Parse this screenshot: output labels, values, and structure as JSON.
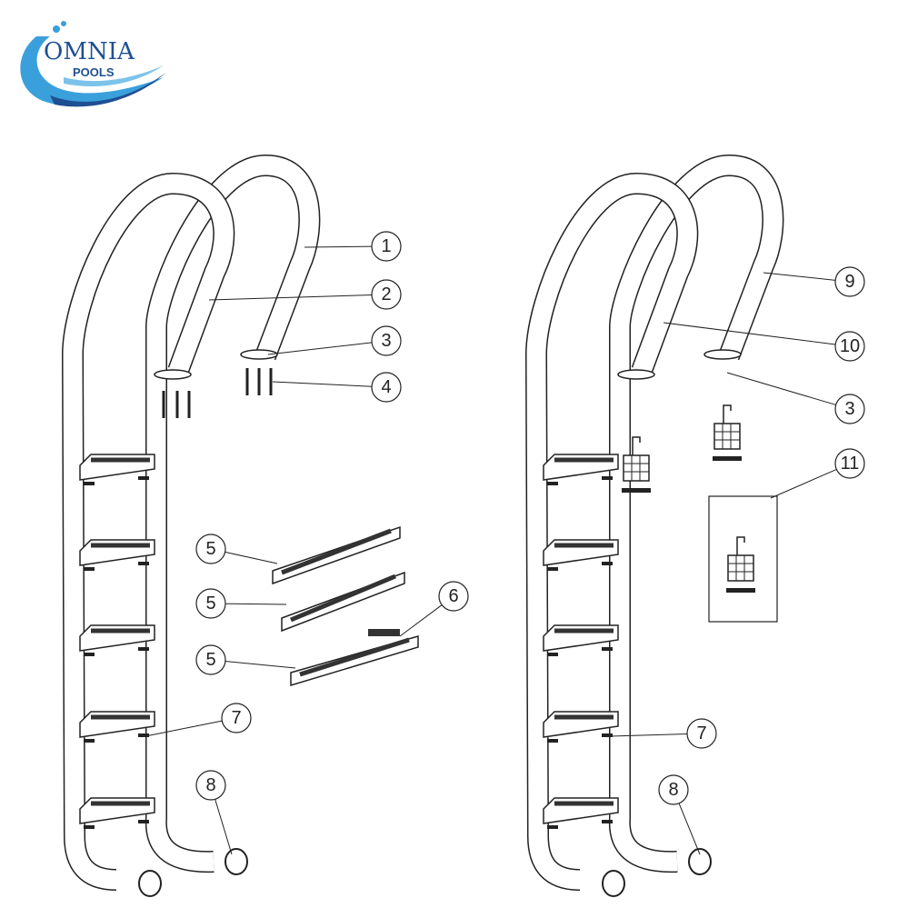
{
  "logo": {
    "title": "OMNIA",
    "subtitle": "POOLS",
    "colors": {
      "light": "#3aa0dc",
      "dark": "#1f4f93"
    }
  },
  "left_diagram": {
    "callouts": [
      "1",
      "2",
      "3",
      "4",
      "5",
      "5",
      "5",
      "6",
      "7",
      "8"
    ]
  },
  "right_diagram": {
    "callouts": [
      "9",
      "10",
      "3",
      "11",
      "7",
      "8"
    ]
  }
}
